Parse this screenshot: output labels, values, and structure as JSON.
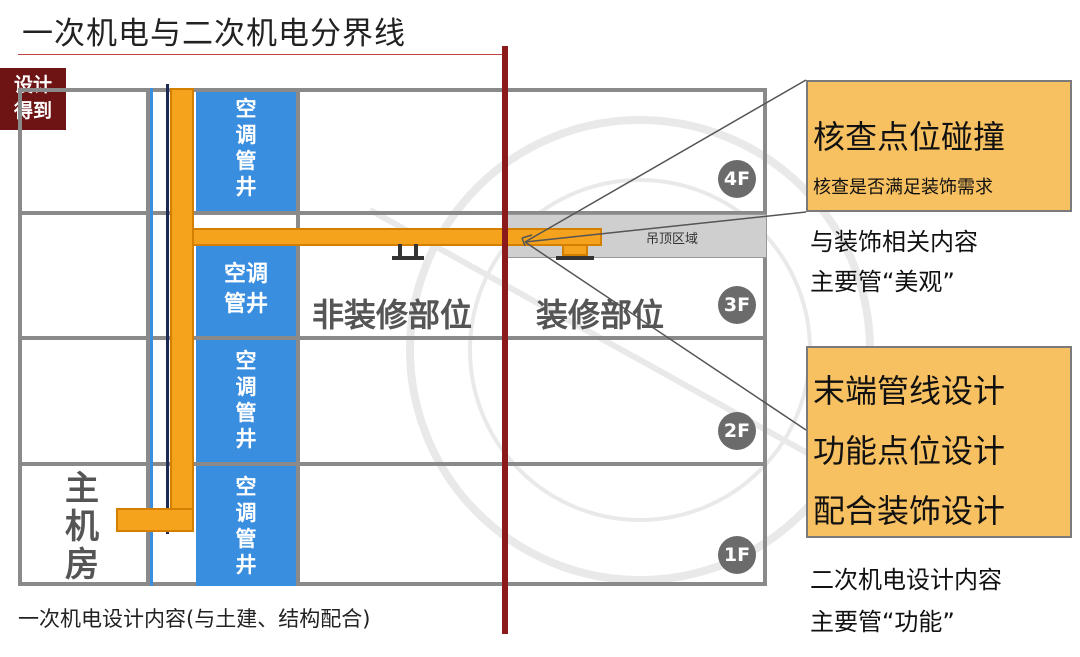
{
  "title": "一次机电与二次机电分界线",
  "logo": {
    "line1": "设计",
    "line2": "得到"
  },
  "shafts": [
    {
      "line1": "空",
      "line2": "调",
      "line3": "管",
      "line4": "井"
    },
    {
      "line1": "空调",
      "line2": "管井"
    },
    {
      "line1": "空",
      "line2": "调",
      "line3": "管",
      "line4": "井"
    },
    {
      "line1": "空",
      "line2": "调",
      "line3": "管",
      "line4": "井"
    }
  ],
  "ceiling_label": "吊顶区域",
  "zones": {
    "non_decoration": "非装修部位",
    "decoration": "装修部位"
  },
  "floors": [
    "4F",
    "3F",
    "2F",
    "1F"
  ],
  "machine_room": {
    "c1": "主",
    "c2": "机",
    "c3": "房"
  },
  "bottom_caption": "一次机电设计内容(与土建、结构配合)",
  "box1": {
    "heading": "核查点位碰撞",
    "sub": "核查是否满足装饰需求"
  },
  "caption1": {
    "line1": "与装饰相关内容",
    "line2": "主要管“美观”"
  },
  "box2": {
    "line1": "末端管线设计",
    "line2": "功能点位设计",
    "line3": "配合装饰设计"
  },
  "caption2": {
    "line1": "二次机电设计内容",
    "line2": "主要管“功能”"
  },
  "colors": {
    "shaft": "#3a8ee0",
    "duct": "#f5a21d",
    "boundary": "#8b1a1a",
    "box": "#f7c061",
    "grid": "#8a8a8a"
  }
}
